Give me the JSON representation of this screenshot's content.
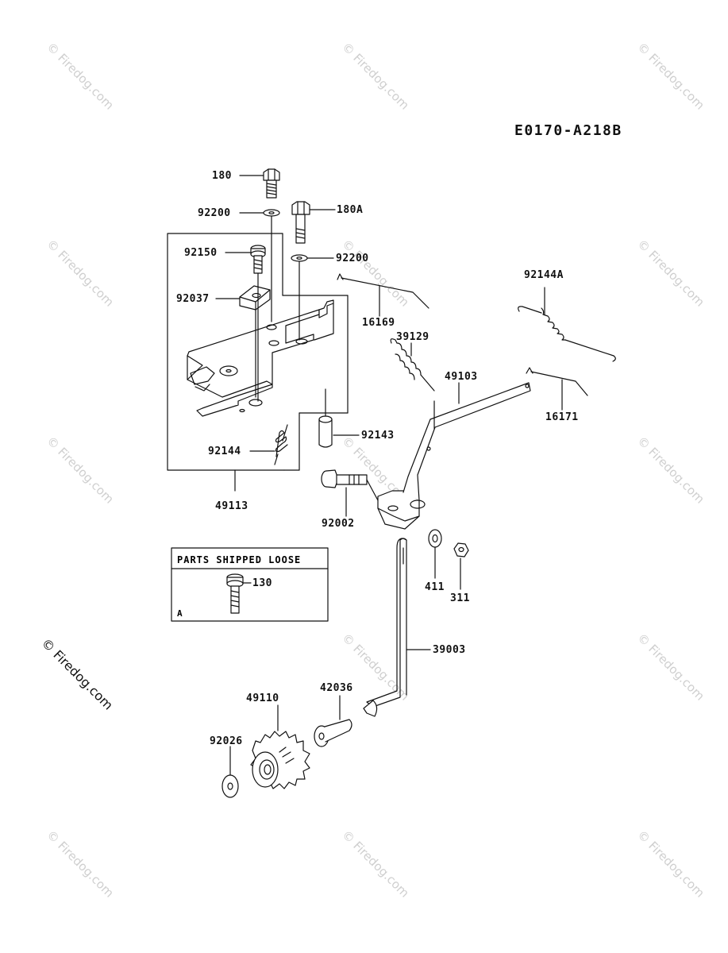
{
  "diagram_code": "E0170-A218B",
  "watermark_text": "© Firedog.com",
  "copyright_text": "© Firedog.com",
  "parts_shipped_loose": {
    "title": "PARTS SHIPPED LOOSE",
    "key": "A",
    "part": "130"
  },
  "part_labels": {
    "p180": "180",
    "p92200a": "92200",
    "p180A": "180A",
    "p92150": "92150",
    "p92200b": "92200",
    "p92144A": "92144A",
    "p92037": "92037",
    "p16169": "16169",
    "p39129": "39129",
    "p49103": "49103",
    "p16171": "16171",
    "p92143": "92143",
    "p92144": "92144",
    "p49113": "49113",
    "p92002": "92002",
    "p411": "411",
    "p311": "311",
    "p39003": "39003",
    "p49110": "49110",
    "p42036": "42036",
    "p92026": "92026"
  }
}
